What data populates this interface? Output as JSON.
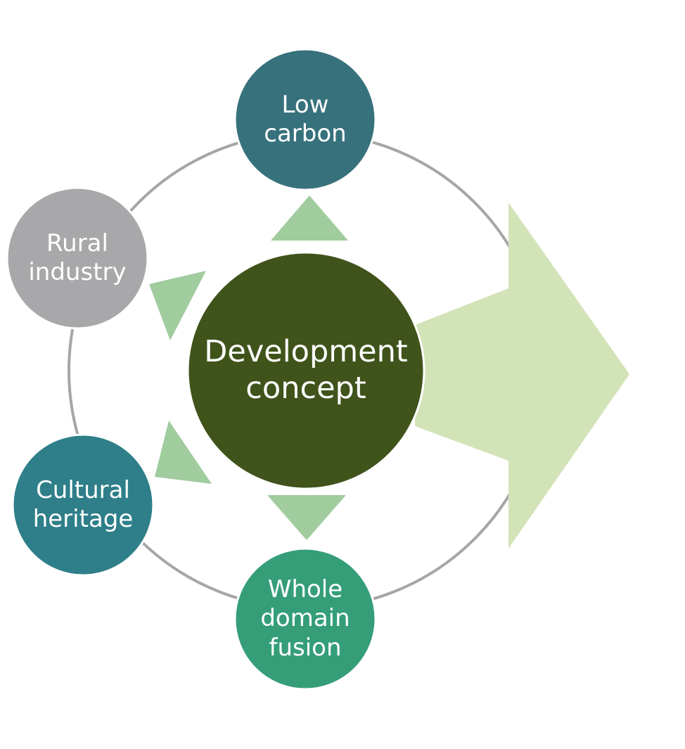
{
  "center": {
    "label": "Development\nconcept",
    "color": "#40531b"
  },
  "nodes": {
    "top": {
      "label": "Low\ncarbon",
      "color": "#37717c"
    },
    "left": {
      "label": "Rural\nindustry",
      "color": "#a8a8aa"
    },
    "bottom_left": {
      "label": "Cultural\nheritage",
      "color": "#2e7f89"
    },
    "bottom": {
      "label": "Whole\ndomain\nfusion",
      "color": "#359e78"
    }
  },
  "colors": {
    "ring": "#a6a6a6",
    "triangle": "#a0cc9e",
    "arrow": "#d3e3b8"
  }
}
